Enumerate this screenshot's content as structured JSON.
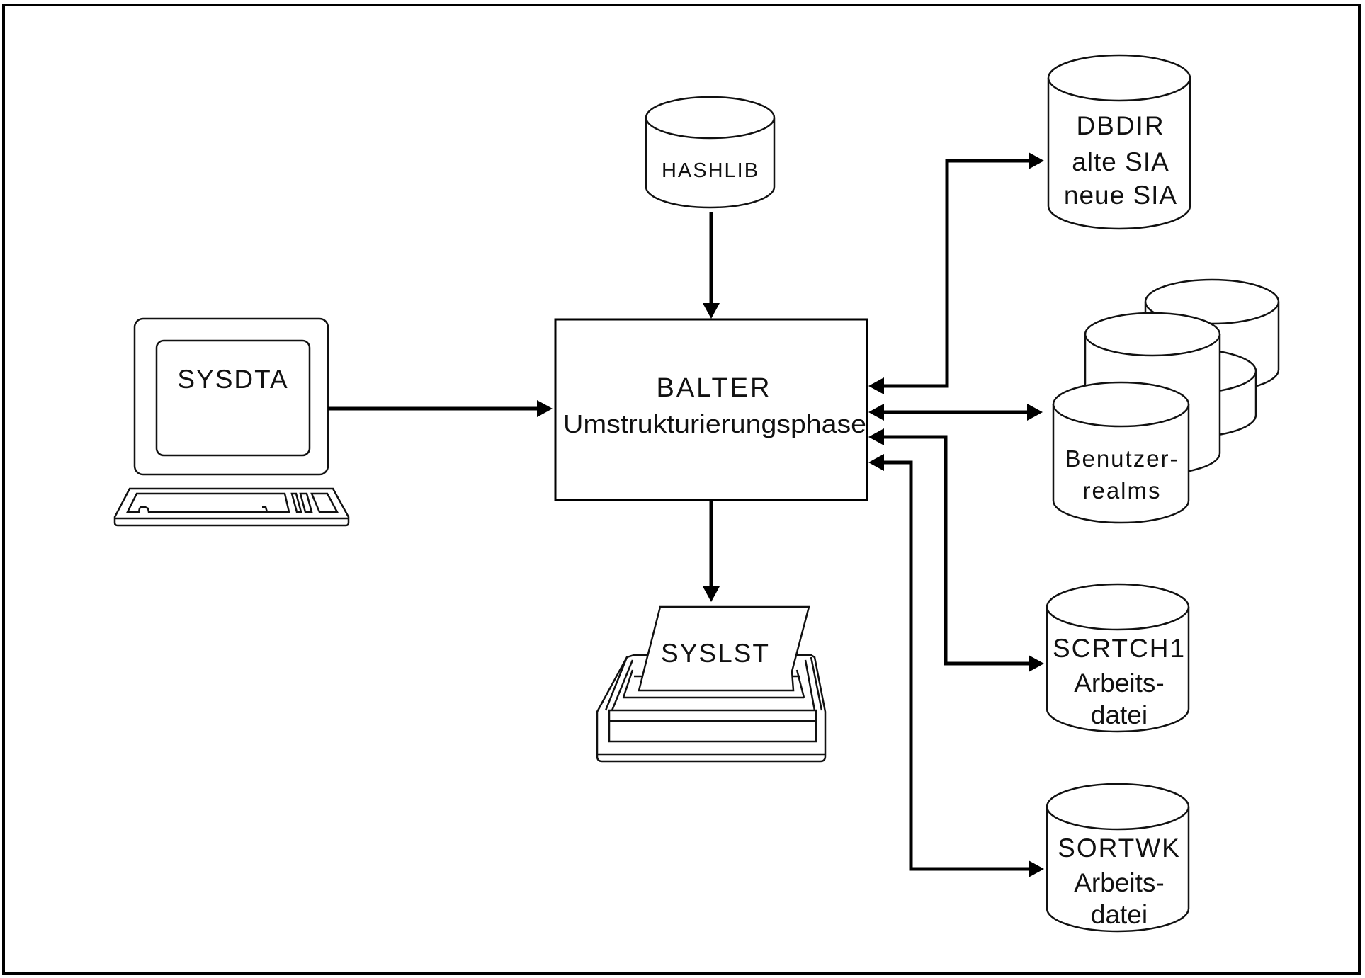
{
  "diagram": {
    "nodes": {
      "terminal": {
        "label": "SYSDTA",
        "icon": "computer-terminal-icon"
      },
      "hashlib": {
        "lines": [
          "HASHLIB"
        ],
        "icon": "database-cylinder-icon"
      },
      "balter": {
        "lines": [
          "BALTER",
          "Umstrukturierungsphase"
        ]
      },
      "printer": {
        "label": "SYSLST",
        "icon": "printer-icon"
      },
      "dbdir": {
        "lines": [
          "DBDIR",
          "alte SIA",
          "neue SIA"
        ],
        "icon": "database-cylinder-icon"
      },
      "benutzerrealms": {
        "lines": [
          "Benutzer-",
          "realms"
        ],
        "icon": "stacked-database-cylinders-icon"
      },
      "scrtch1": {
        "lines": [
          "SCRTCH1",
          "Arbeits-",
          "datei"
        ],
        "icon": "database-cylinder-icon"
      },
      "sortwk": {
        "lines": [
          "SORTWK",
          "Arbeits-",
          "datei"
        ],
        "icon": "database-cylinder-icon"
      }
    },
    "edges": [
      {
        "from": "SYSDTA",
        "to": "BALTER",
        "direction": "forward"
      },
      {
        "from": "HASHLIB",
        "to": "BALTER",
        "direction": "forward"
      },
      {
        "from": "BALTER",
        "to": "SYSLST",
        "direction": "forward"
      },
      {
        "from": "BALTER",
        "to": "DBDIR",
        "direction": "bidirectional"
      },
      {
        "from": "BALTER",
        "to": "Benutzerrealms",
        "direction": "bidirectional"
      },
      {
        "from": "BALTER",
        "to": "SCRTCH1",
        "direction": "bidirectional"
      },
      {
        "from": "BALTER",
        "to": "SORTWK",
        "direction": "bidirectional"
      }
    ]
  }
}
